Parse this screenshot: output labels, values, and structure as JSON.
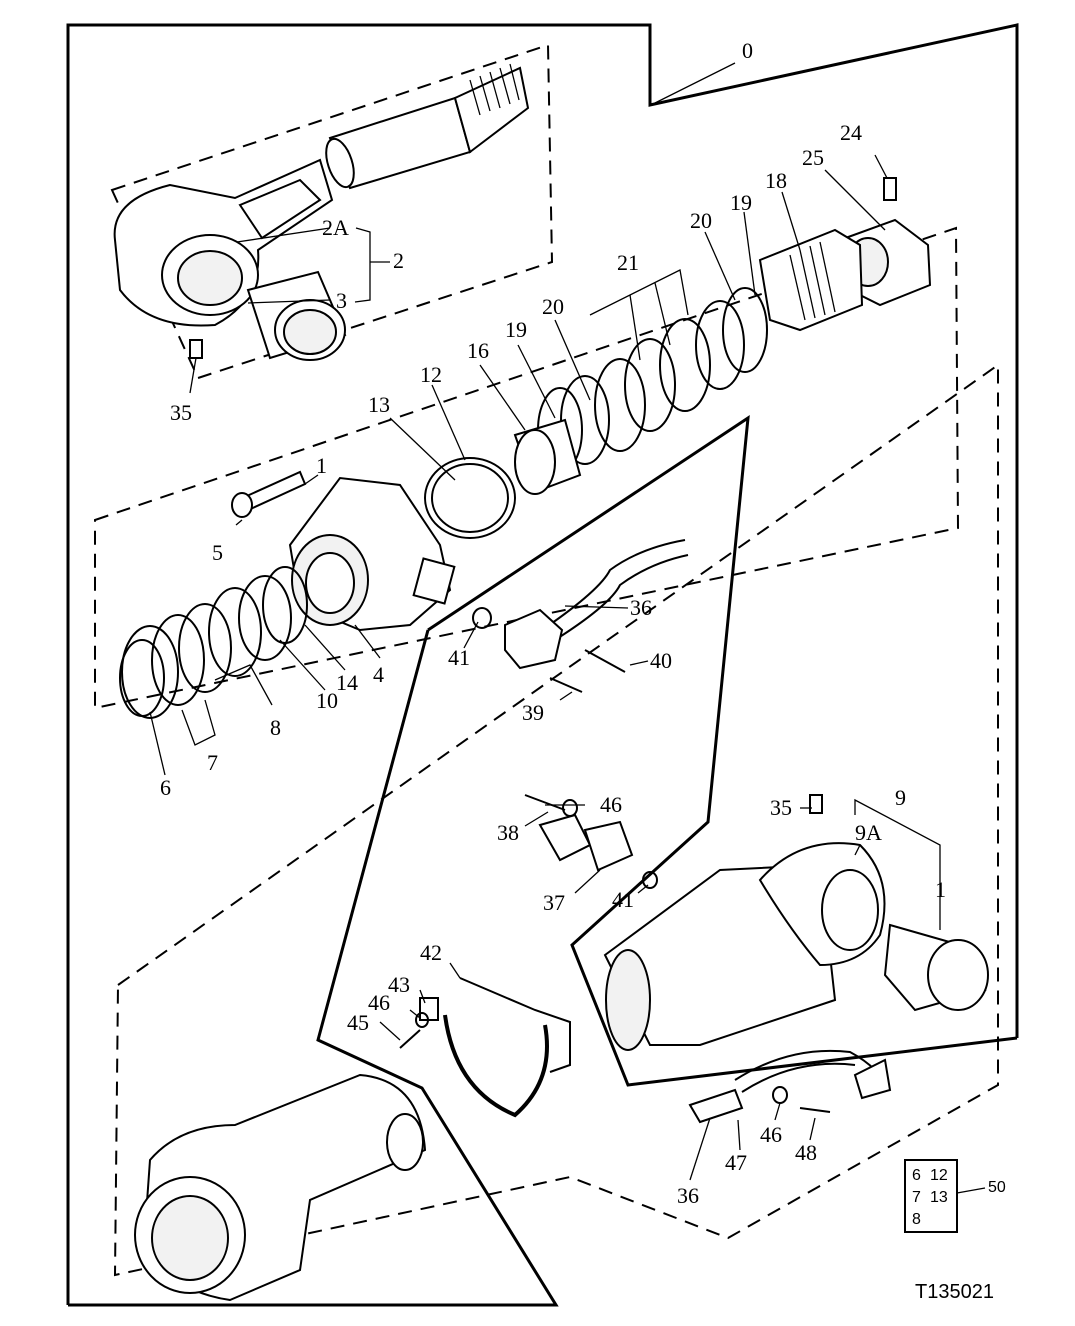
{
  "figure_id": "T135021",
  "callouts": {
    "c0": "0",
    "c1a": "1",
    "c1b": "1",
    "c2": "2",
    "c2a": "2A",
    "c3": "3",
    "c4": "4",
    "c5": "5",
    "c6": "6",
    "c7": "7",
    "c8": "8",
    "c9": "9",
    "c9a": "9A",
    "c10": "10",
    "c12": "12",
    "c13": "13",
    "c14": "14",
    "c16": "16",
    "c18": "18",
    "c19a": "19",
    "c19b": "19",
    "c20a": "20",
    "c20b": "20",
    "c21": "21",
    "c24": "24",
    "c25": "25",
    "c35a": "35",
    "c35b": "35",
    "c36a": "36",
    "c36b": "36",
    "c37": "37",
    "c38": "38",
    "c39": "39",
    "c40": "40",
    "c41a": "41",
    "c41b": "41",
    "c42": "42",
    "c43": "43",
    "c45": "45",
    "c46a": "46",
    "c46b": "46",
    "c46c": "46",
    "c47": "47",
    "c48": "48",
    "c50": "50"
  },
  "kit_box": {
    "rows": [
      [
        "6",
        "12"
      ],
      [
        "7",
        "13"
      ],
      [
        "8",
        ""
      ]
    ]
  }
}
